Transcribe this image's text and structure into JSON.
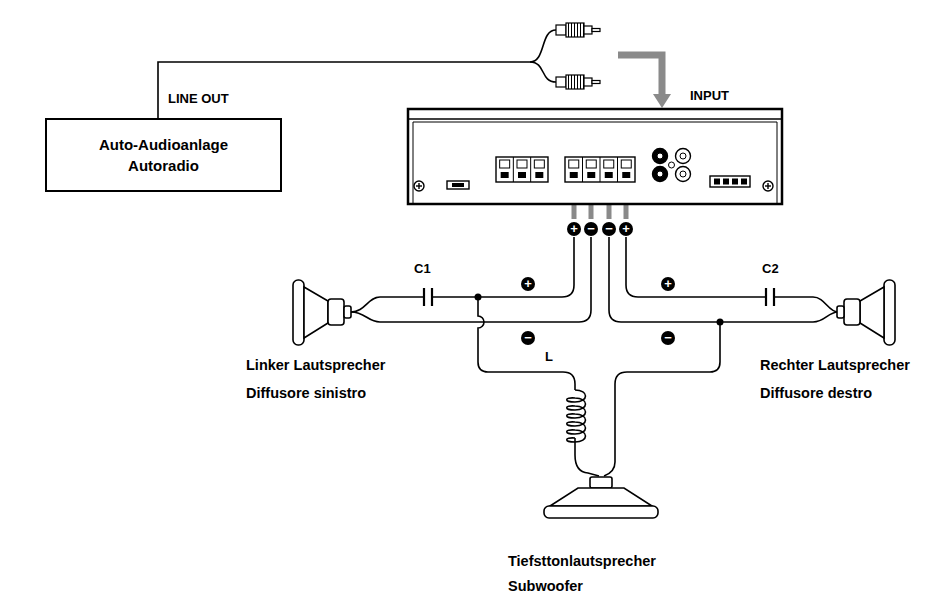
{
  "diagram": {
    "nodes": [
      {
        "text": [
          "Auto-Audioanlage Autoradio"
        ]
      },
      {
        "text": [
          "INPUT"
        ]
      }
    ],
    "edges": [
      {
        "from": 0,
        "to": 1,
        "arrow": "to"
      }
    ],
    "labels": [
      "LINE OUT",
      "C1",
      "C2",
      "+",
      "−",
      "−",
      "+",
      "+",
      "−",
      "+",
      "−",
      "L",
      "Linker Lautsprecher",
      "Diffusore sinistro",
      "Rechter Lautsprecher",
      "Diffusore destro",
      "Tiefsttonlautsprecher",
      "Subwoofer"
    ]
  }
}
